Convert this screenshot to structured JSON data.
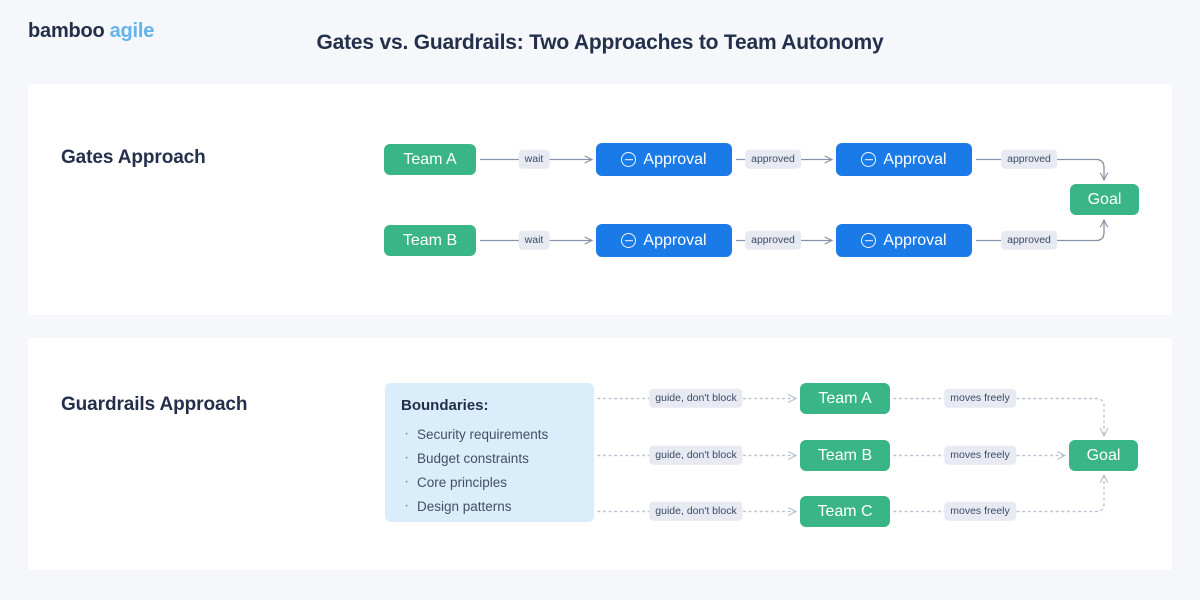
{
  "brand": {
    "name_bold": "bamboo",
    "name_light": "agile"
  },
  "header": {
    "title": "Gates vs. Guardrails: Two Approaches to Team Autonomy"
  },
  "colors": {
    "page_bg": "#f5f7fa",
    "card_bg": "#ffffff",
    "navy": "#24304b",
    "green": "#3ab587",
    "blue": "#1a7ae8",
    "light_blue_panel": "#d9edfa",
    "pill_bg": "#e7eaf2",
    "edge_solid": "#8792a8",
    "edge_dotted": "#b9c3d2"
  },
  "gates": {
    "label": "Gates Approach",
    "rows": [
      {
        "team": "Team A",
        "edge1": "wait",
        "gate1": "Approval",
        "edge2": "approved",
        "gate2": "Approval",
        "edge3": "approved"
      },
      {
        "team": "Team B",
        "edge1": "wait",
        "gate1": "Approval",
        "edge2": "approved",
        "gate2": "Approval",
        "edge3": "approved"
      }
    ],
    "goal": "Goal",
    "gate_icon": "minus-circle-icon"
  },
  "guardrails": {
    "label": "Guardrails Approach",
    "boundaries": {
      "title": "Boundaries:",
      "items": [
        "Security requirements",
        "Budget constraints",
        "Core principles",
        "Design patterns"
      ]
    },
    "rows": [
      {
        "team": "Team A",
        "edge_in": "guide, don't block",
        "edge_out": "moves freely"
      },
      {
        "team": "Team B",
        "edge_in": "guide, don't block",
        "edge_out": "moves freely"
      },
      {
        "team": "Team C",
        "edge_in": "guide, don't block",
        "edge_out": "moves freely"
      }
    ],
    "goal": "Goal"
  }
}
